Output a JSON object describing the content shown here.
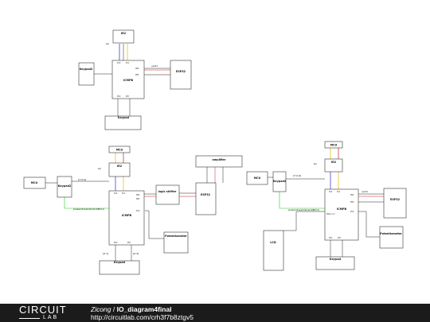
{
  "diagram": {
    "top": {
      "ir2": "IR2",
      "mcu": "ICMPB",
      "esp": "ESP32",
      "keypad_left": "Keypad2",
      "keypad_bottom": "Keypad",
      "net_tx": "uart1",
      "net_gnd": "Gn"
    },
    "left": {
      "mcu_top": "MCU",
      "ir2": "IR2",
      "mcu_small": "MCU",
      "keypad2": "Keypad2",
      "mcu": "ICMPB",
      "logic_shifter": "logic shifter",
      "amplifier": "amplifier",
      "esp": "ESP32",
      "potentiometer": "Potentiometer",
      "keypad": "Keypad",
      "net_bus": "power/dream/board(MCU)",
      "net_gnd": "Gn",
      "net_pins_top": "[7:0-0]",
      "net_pins_b1": "[4:7]",
      "net_pins_b2": "[0:3]"
    },
    "right": {
      "mcu_top": "MCU",
      "ir2": "IR2",
      "mcu_small": "MCU",
      "keypad2": "Keypad2",
      "mcu": "ICMPB",
      "esp": "ESP32",
      "lcd": "LCD",
      "potentiometer": "Potentiometer",
      "keypad": "Keypad",
      "net_bus": "power/dream/board(MCU)",
      "net_gnd": "Gn",
      "net_tx": "uart1",
      "net_pins_top": "[7:0-0]"
    }
  },
  "footer": {
    "logo_top": "CIRCUIT",
    "logo_bottom": "LAB",
    "author": "Zicong",
    "separator": " / ",
    "project": "IO_diagram4final",
    "url": "http://circuitlab.com/crh3f7b8ztgv5"
  }
}
